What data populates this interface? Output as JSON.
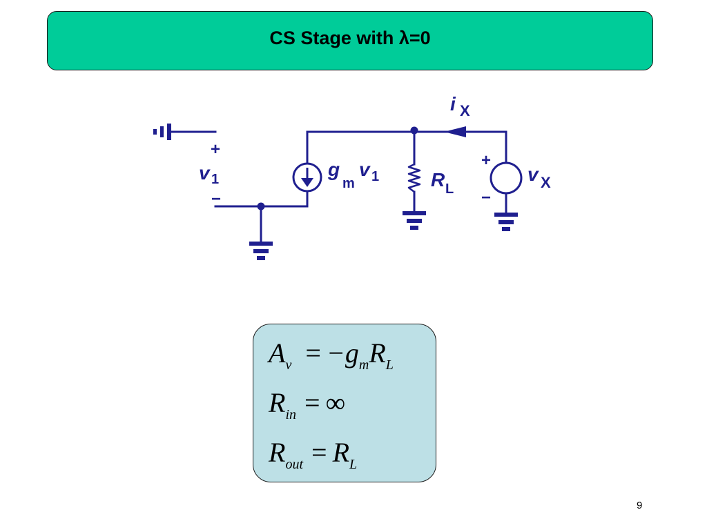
{
  "slide": {
    "title": "CS Stage with λ=0",
    "page_number": "9"
  },
  "circuit": {
    "v1_label": "v",
    "v1_sub": "1",
    "v1_plus": "+",
    "v1_minus": "−",
    "gm_label": "g",
    "gm_sub": "m",
    "gm_v": "v",
    "gm_v_sub": "1",
    "rl_label": "R",
    "rl_sub": "L",
    "ix_label": "i",
    "ix_sub": "X",
    "vx_label": "v",
    "vx_sub": "X",
    "vx_plus": "+",
    "vx_minus": "−",
    "wire_color": "#1f1f8f"
  },
  "equations": {
    "box_color": "#bde0e6",
    "av": {
      "lhs": "A",
      "lhs_sub": "v",
      "op": "=",
      "rhs1": "−g",
      "rhs1_sub": "m",
      "rhs2": "R",
      "rhs2_sub": "L"
    },
    "rin": {
      "lhs": "R",
      "lhs_sub": "in",
      "op": "=",
      "rhs": "∞"
    },
    "rout": {
      "lhs": "R",
      "lhs_sub": "out",
      "op": "=",
      "rhs": "R",
      "rhs_sub": "L"
    }
  }
}
